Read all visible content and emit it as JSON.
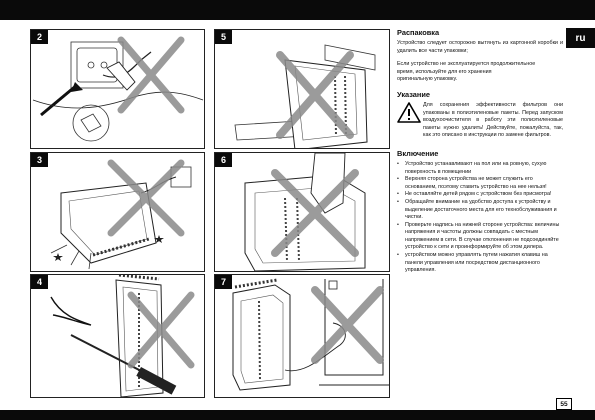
{
  "language_tab": "ru",
  "page_number": "55",
  "figures": [
    {
      "label": "2"
    },
    {
      "label": "5"
    },
    {
      "label": "3"
    },
    {
      "label": "6"
    },
    {
      "label": "4"
    },
    {
      "label": "7"
    }
  ],
  "unpacking": {
    "title": "Распаковка",
    "p1": "Устройство следует осторожно вытянуть из картонной коробки и удалить все части упаковки;",
    "p2_line1": "Если устройство не эксплуатируется продолжительное",
    "p2_line2": "время, используйте для его хранения",
    "p2_line3": "оригинальную упаковку."
  },
  "note": {
    "title": "Указание",
    "text": "Для сохранения эффективности фильтров они упакованы в полиэтиленовые пакеты. Перед запуском воздухоочистителя в работу эти полиэтиленовые пакеты нужно удалить! Действуйте, пожалуйста, так, как это описано в инструкции по замене фильтров."
  },
  "installation": {
    "title": "Включение",
    "bullets": [
      "Устройство устанавливают на пол или на ровную, сухую поверхность в помещении",
      "Верхняя сторона устройства не может служить его основанием, поэтому ставить устройство на нее нельзя!",
      "Не оставляйте детей рядом с устройством без присмотра!",
      "Обращайте внимание на удобство доступа к устройству и выделение достаточного места для его технобслуживания и чистки.",
      "Проверьте надпись на нижней стороне устройства: величины напряжения и частоты должны совпадать с местным напряжением в сети. В случае отклонения не подсоединяйте устройство к сети и проинформируйте об этом дилера.",
      "устройством можно управлять путем нажатия клавиш на панели управления или посредством дистанционного управления."
    ]
  },
  "colors": {
    "ink": "#111111",
    "bar": "#0a0a0a",
    "cross": "#8a8a8a"
  }
}
